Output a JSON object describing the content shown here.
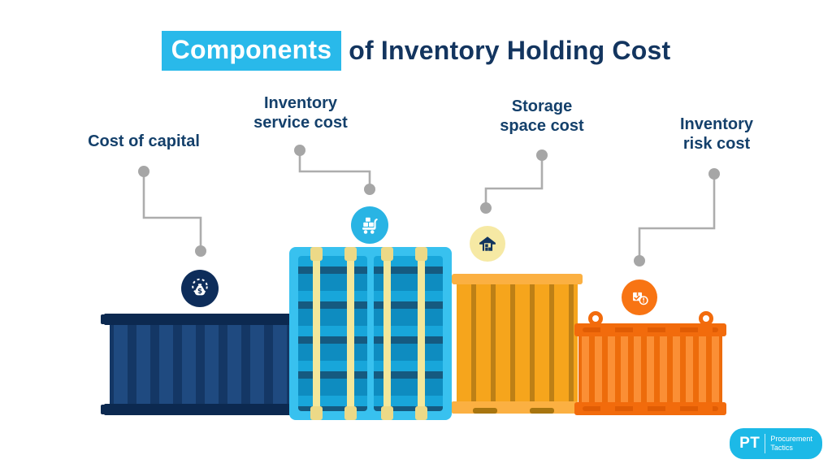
{
  "title": {
    "highlight": "Components",
    "rest": "of Inventory Holding Cost"
  },
  "components": [
    {
      "name": "cost-of-capital",
      "label": "Cost of capital",
      "icon": "money-gear-icon",
      "icon_bg": "#0e2d5a",
      "container_color": "#143765"
    },
    {
      "name": "inventory-service-cost",
      "label_line1": "Inventory",
      "label_line2": "service cost",
      "icon": "cart-icon",
      "icon_bg": "#29b4e4",
      "container_color": "#38c1ef"
    },
    {
      "name": "storage-space-cost",
      "label_line1": "Storage",
      "label_line2": "space cost",
      "icon": "warehouse-icon",
      "icon_bg": "#f6e9a4",
      "container_color": "#f6a51c"
    },
    {
      "name": "inventory-risk-cost",
      "label_line1": "Inventory",
      "label_line2": "risk cost",
      "icon": "box-alert-icon",
      "icon_bg": "#f87413",
      "container_color": "#ed6c0b"
    }
  ],
  "brand": {
    "initials": "PT",
    "line1": "Procurement",
    "line2": "Tactics"
  },
  "colors": {
    "accent_cyan": "#29b9ea",
    "heading_navy": "#13355f",
    "label_navy": "#14406b",
    "connector_gray": "#a9a9a9",
    "brand_cyan": "#1cb9e7"
  }
}
